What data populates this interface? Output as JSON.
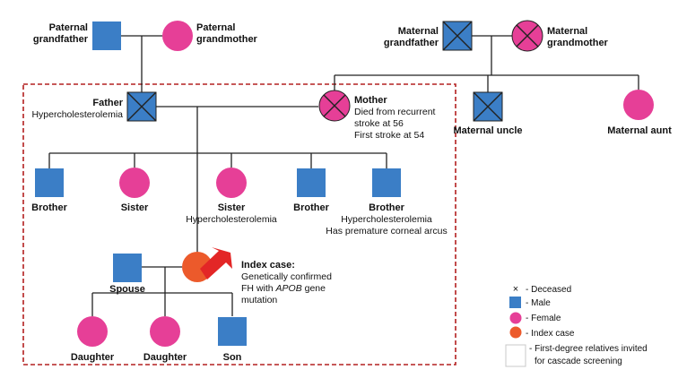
{
  "colors": {
    "male": "#3b7ec6",
    "female": "#e63f97",
    "index_case": "#ec5a2b",
    "arrow": "#e32626",
    "line": "#222222",
    "dashed_border": "#b32020"
  },
  "people": {
    "paternal_grandfather": {
      "label_line1": "Paternal",
      "label_line2": "grandfather"
    },
    "paternal_grandmother": {
      "label_line1": "Paternal",
      "label_line2": "grandmother"
    },
    "maternal_grandfather": {
      "label_line1": "Maternal",
      "label_line2": "grandfather"
    },
    "maternal_grandmother": {
      "label_line1": "Maternal",
      "label_line2": "grandmother"
    },
    "maternal_uncle": {
      "label": "Maternal uncle"
    },
    "maternal_aunt": {
      "label": "Maternal aunt"
    },
    "father": {
      "label": "Father",
      "note": "Hypercholesterolemia"
    },
    "mother": {
      "label": "Mother",
      "note_line1": "Died from recurrent",
      "note_line2": "stroke at 56",
      "note_line3": "First stroke at 54"
    },
    "brother_1": {
      "label": "Brother"
    },
    "sister_1": {
      "label": "Sister"
    },
    "sister_2": {
      "label": "Sister",
      "note": "Hypercholesterolemia"
    },
    "brother_2": {
      "label": "Brother"
    },
    "brother_3": {
      "label": "Brother",
      "note_line1": "Hypercholesterolemia",
      "note_line2": "Has premature corneal arcus"
    },
    "spouse": {
      "label": "Spouse"
    },
    "index_case": {
      "label": "Index case:",
      "note_line1": "Genetically confirmed",
      "note_line2_pre": "FH with ",
      "note_line2_gene": "APOB",
      "note_line2_post": " gene",
      "note_line3": "mutation"
    },
    "daughter_1": {
      "label": "Daughter"
    },
    "daughter_2": {
      "label": "Daughter"
    },
    "son": {
      "label": "Son"
    }
  },
  "legend": {
    "deceased_symbol": "×",
    "deceased": "Deceased",
    "male": "Male",
    "female": "Female",
    "index_case": "Index case",
    "first_degree_line1": "First-degree relatives invited",
    "first_degree_line2": "for cascade screening"
  }
}
